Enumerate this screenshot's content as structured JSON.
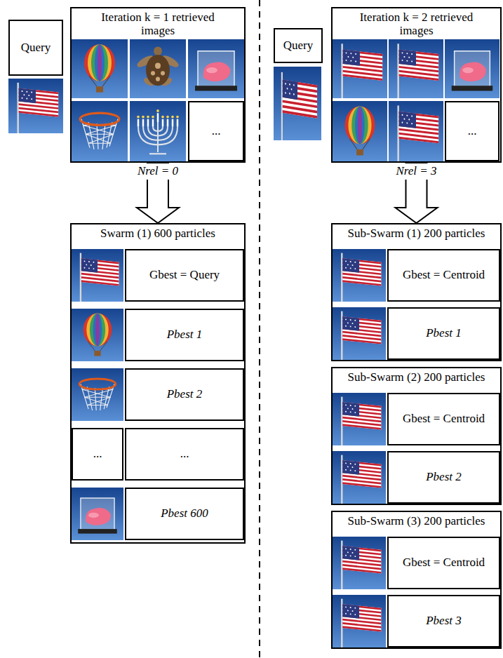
{
  "diagram": {
    "nodes": [
      {
        "text": [
          "Query"
        ]
      },
      {
        "text": [
          "Iteration k = 1 retrieved images"
        ]
      },
      {
        "text": [
          "..."
        ],
        "in": 1
      },
      {
        "text": [
          "Swarm (1) 600 particles"
        ]
      },
      {
        "text": [
          "Gbest = Query"
        ],
        "in": 3
      },
      {
        "text": [
          "Pbest 1"
        ],
        "in": 3
      },
      {
        "text": [
          "Pbest 2"
        ],
        "in": 3
      },
      {
        "text": [
          "..."
        ],
        "in": 3
      },
      {
        "text": [
          "..."
        ],
        "in": 3
      },
      {
        "text": [
          "Pbest 600"
        ],
        "in": 3
      },
      {
        "text": [
          "Query"
        ]
      },
      {
        "text": [
          "Iteration k = 2 retrieved images"
        ]
      },
      {
        "text": [
          "..."
        ],
        "in": 11
      },
      {
        "text": [
          "Sub-Swarm (1) 200 particles"
        ]
      },
      {
        "text": [
          "Gbest = Centroid"
        ],
        "in": 13
      },
      {
        "text": [
          "Pbest 1"
        ],
        "in": 13
      },
      {
        "text": [
          "Sub-Swarm (2) 200 particles"
        ]
      },
      {
        "text": [
          "Gbest = Centroid"
        ],
        "in": 16
      },
      {
        "text": [
          "Pbest 2"
        ],
        "in": 16
      },
      {
        "text": [
          "Sub-Swarm (3) 200 particles"
        ]
      },
      {
        "text": [
          "Gbest = Centroid"
        ],
        "in": 19
      },
      {
        "text": [
          "Pbest 3"
        ],
        "in": 19
      }
    ],
    "edges": [
      {
        "from": 1,
        "to": 3,
        "arrow": "to",
        "label": "Nrel = 0"
      },
      {
        "from": 11,
        "to": 13,
        "arrow": "to",
        "label": "Nrel = 3"
      }
    ]
  }
}
